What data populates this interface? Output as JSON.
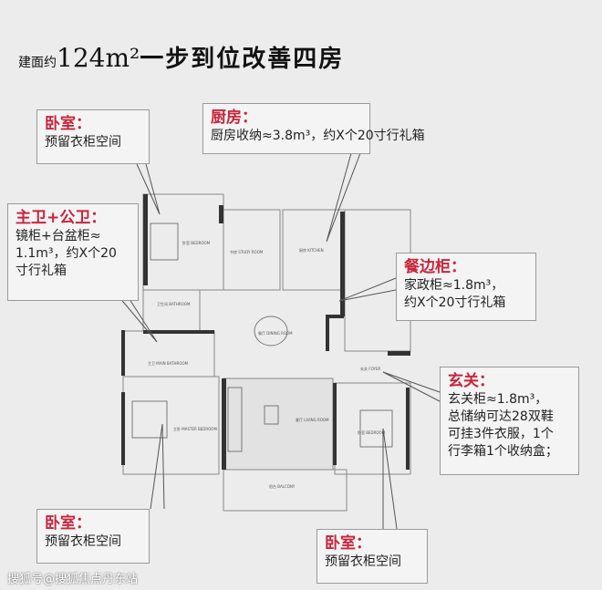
{
  "title": {
    "prefix": "建面约",
    "area": "124m²",
    "main": "一步到位改善四房"
  },
  "callouts": [
    {
      "id": "bedroom-top-left",
      "head": "卧室：",
      "lines": [
        "预留衣柜空间"
      ]
    },
    {
      "id": "kitchen",
      "head": "厨房：",
      "lines": [
        "厨房收纳≈3.8m³，约X个20寸行礼箱"
      ]
    },
    {
      "id": "bathrooms",
      "head": "主卫+公卫：",
      "lines": [
        "镜柜+台盆柜≈",
        "1.1m³，约X个20",
        "寸行礼箱"
      ]
    },
    {
      "id": "sideboard",
      "head": "餐边柜：",
      "lines": [
        "家政柜≈1.8m³，",
        "约X个20寸行礼箱"
      ]
    },
    {
      "id": "foyer",
      "head": "玄关：",
      "lines": [
        "玄关柜≈1.8m³，",
        "总储纳可达28双鞋",
        "可挂3件衣服，1个",
        "行李箱1个收纳盒；"
      ]
    },
    {
      "id": "bedroom-bottom-left",
      "head": "卧室：",
      "lines": [
        "预留衣柜空间"
      ]
    },
    {
      "id": "bedroom-bottom-right",
      "head": "卧室：",
      "lines": [
        "预留衣柜空间"
      ]
    }
  ],
  "rooms": [
    {
      "cn": "卧室",
      "en": "BEDROOM"
    },
    {
      "cn": "书房",
      "en": "STUDY ROOM"
    },
    {
      "cn": "厨房",
      "en": "KITCHEN"
    },
    {
      "cn": "卫生间",
      "en": "BATHROOM"
    },
    {
      "cn": "餐厅",
      "en": "DINING ROOM"
    },
    {
      "cn": "主卫",
      "en": "MAIN BATHROOM"
    },
    {
      "cn": "主卧",
      "en": "MASTER BEDROOM"
    },
    {
      "cn": "客厅",
      "en": "LIVING ROOM"
    },
    {
      "cn": "玄关",
      "en": "FOYER"
    },
    {
      "cn": "卧室",
      "en": "BEDROOM"
    },
    {
      "cn": "阳台",
      "en": "BALCONY"
    }
  ],
  "watermark": "搜狐号@搜狐焦点丹东站",
  "colors": {
    "accent": "#c8253b",
    "background": "#ececec",
    "wall": "#333333"
  }
}
